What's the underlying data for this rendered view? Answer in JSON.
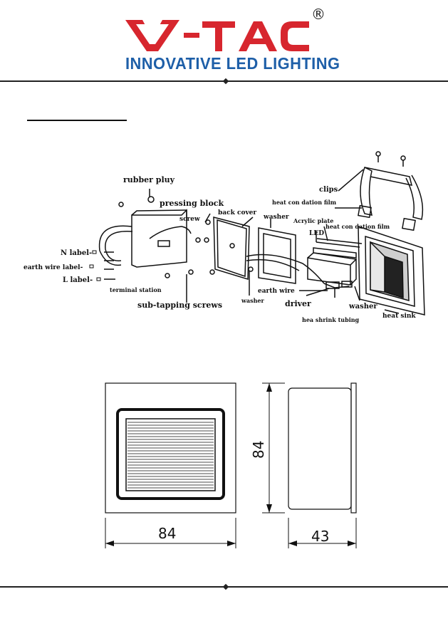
{
  "header": {
    "brand": "V-TAC",
    "registered_mark": "®",
    "tagline": "INNOVATIVE LED LIGHTING",
    "colors": {
      "red": "#d7262e",
      "blue": "#1e5fa8",
      "dark": "#222222"
    }
  },
  "exploded_view": {
    "labels": {
      "rubber_plug": "rubber pluy",
      "pressing_block": "pressing block",
      "screw": "screw",
      "back_cover": "back cover",
      "washer_top": "washer",
      "clips": "clips",
      "heat_film_1": "heat con dation film",
      "acrylic_plate": "Acrylic plate",
      "heat_film_2": "heat con dation film",
      "led": "LED",
      "n_label": "N label-",
      "earth_wire_label": "earth wire label-",
      "l_label": "L label-",
      "terminal_station": "terminal station",
      "sub_tapping_screws": "sub-tapping screws",
      "washer_bottom": "washer",
      "earth_wire": "earth wire",
      "driver": "driver",
      "washer_right": "washer",
      "heat_shrink_tubing": "hea shrink tubing",
      "heat_sink": "heat sink"
    }
  },
  "dimensions": {
    "front_width": "84",
    "side_height": "84",
    "side_depth": "43"
  }
}
